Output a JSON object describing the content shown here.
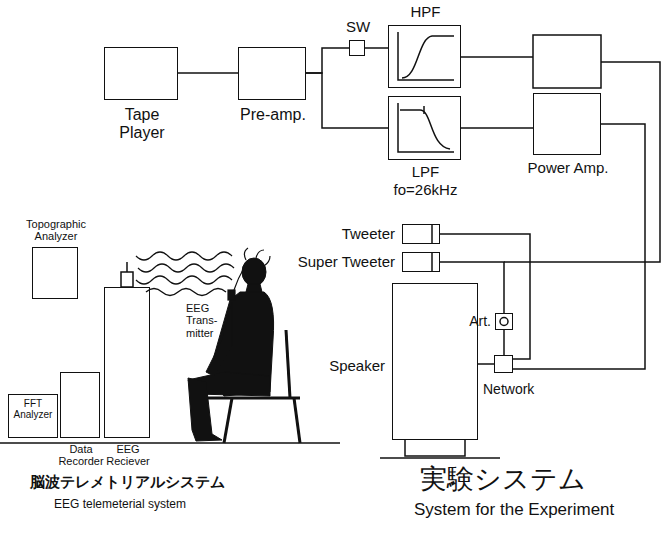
{
  "diagram": {
    "title": "実験システム",
    "caption": "System for the Experiment",
    "nodes": [
      {
        "text": [
          "Tape Player"
        ]
      },
      {
        "text": [
          "Pre-amp."
        ]
      },
      {
        "text": [
          "SW"
        ]
      },
      {
        "text": [
          "HPF"
        ]
      },
      {
        "text": [
          "LPF",
          "fo=26kHz"
        ]
      },
      {
        "text": [
          "Power Amp."
        ]
      },
      {
        "text": [
          "Tweeter"
        ]
      },
      {
        "text": [
          "Super Tweeter"
        ]
      },
      {
        "text": [
          "Speaker"
        ]
      },
      {
        "text": [
          "Art."
        ]
      },
      {
        "text": [
          "Network"
        ]
      },
      {
        "text": [
          "Topographic Analyzer"
        ]
      },
      {
        "text": [
          "FFT Analyzer"
        ]
      },
      {
        "text": [
          "Data Recorder"
        ]
      },
      {
        "text": [
          "EEG Reciever"
        ]
      }
    ],
    "edges": [
      {
        "from": 0,
        "to": 1,
        "arrow": "none"
      },
      {
        "from": 1,
        "to": 2,
        "arrow": "none"
      },
      {
        "from": 1,
        "to": 4,
        "arrow": "none"
      },
      {
        "from": 2,
        "to": 3,
        "arrow": "none"
      },
      {
        "from": 4,
        "to": 5,
        "arrow": "none"
      },
      {
        "from": 5,
        "to": 10,
        "arrow": "none"
      },
      {
        "from": 6,
        "to": 10,
        "arrow": "none"
      },
      {
        "from": 9,
        "to": 7,
        "arrow": "none"
      },
      {
        "from": 9,
        "to": 10,
        "arrow": "none"
      },
      {
        "from": 10,
        "to": 8,
        "arrow": "none"
      }
    ],
    "labels": [
      "EEG Trans- mitter",
      "脳波テレメトリアルシステム",
      "EEG telemeterial system"
    ]
  }
}
